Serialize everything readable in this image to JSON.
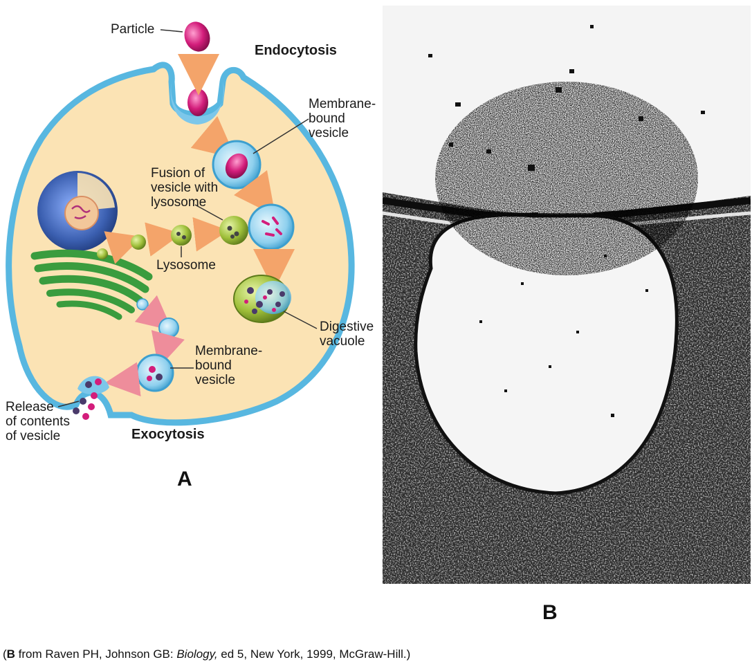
{
  "labels": {
    "particle": "Particle",
    "endocytosis": "Endocytosis",
    "membrane_bound_vesicle_top": [
      "Membrane-",
      "bound",
      "vesicle"
    ],
    "fusion": [
      "Fusion of",
      "vesicle with",
      "lysosome"
    ],
    "lysosome": "Lysosome",
    "digestive_vacuole": [
      "Digestive",
      "vacuole"
    ],
    "membrane_bound_vesicle_bottom": [
      "Membrane-",
      "bound",
      "vesicle"
    ],
    "release": [
      "Release",
      "of contents",
      "of vesicle"
    ],
    "exocytosis": "Exocytosis"
  },
  "panels": {
    "a": "A",
    "b": "B"
  },
  "caption": {
    "open": "(",
    "b_letter": "B",
    "from_text": " from Raven PH, Johnson GB: ",
    "book": "Biology,",
    "rest": " ed 5, New York, 1999, McGraw-Hill.)"
  },
  "colors": {
    "cytoplasm": "#fbe3b4",
    "membrane": "#58b7e0",
    "vesicle_fill": "#7cc7ea",
    "particle": "#d31d7b",
    "lysosome": "#9fbf3a",
    "golgi": "#3a9c3e",
    "arrow": "#f4a46a",
    "exo_arrow": "#ee8d9b",
    "nucleus": "#3b5fb0"
  }
}
